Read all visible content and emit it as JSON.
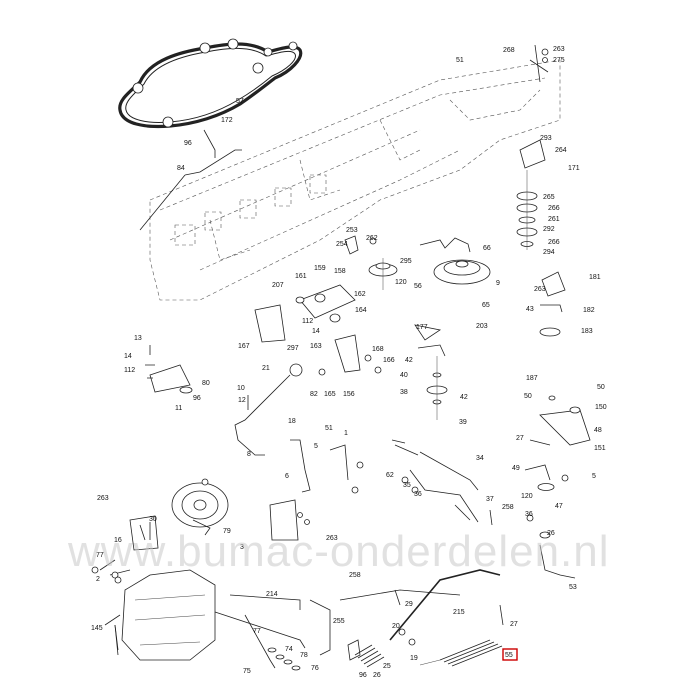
{
  "watermark": "www.bumac-onderdelen.nl",
  "highlight_color": "#cc0000",
  "callouts": {
    "c51a": "51",
    "c268": "268",
    "c263a": "263",
    "c275": "275",
    "c172": "172",
    "c96a": "96",
    "c84": "84",
    "c57": "57",
    "c293": "293",
    "c264": "264",
    "c171": "171",
    "c265": "265",
    "c266a": "266",
    "c261": "261",
    "c292": "292",
    "c266b": "266",
    "c294": "294",
    "c253": "253",
    "c254": "254",
    "c262": "262",
    "c66": "66",
    "c295": "295",
    "c56": "56",
    "c120a": "120",
    "c9": "9",
    "c65": "65",
    "c181": "181",
    "c263b": "263",
    "c161": "161",
    "c159": "159",
    "c158": "158",
    "c207": "207",
    "c162": "162",
    "c112a": "112",
    "c14a": "14",
    "c163": "163",
    "c297": "297",
    "c167": "167",
    "c164": "164",
    "c203": "203",
    "c177": "177",
    "c43": "43",
    "c182": "182",
    "c183": "183",
    "c13": "13",
    "c14b": "14",
    "c112b": "112",
    "c80": "80",
    "c96b": "96",
    "c11": "11",
    "c168": "168",
    "c166": "166",
    "c42a": "42",
    "c40": "40",
    "c187": "187",
    "c21": "21",
    "c82": "82",
    "c165": "165",
    "c156": "156",
    "c38": "38",
    "c42b": "42",
    "c10": "10",
    "c12": "12",
    "c39": "39",
    "c50a": "50",
    "c50b": "50",
    "c150": "150",
    "c8": "8",
    "c18": "18",
    "c51b": "51",
    "c1": "1",
    "c5a": "5",
    "c6": "6",
    "c62": "62",
    "c34": "34",
    "c27a": "27",
    "c48": "48",
    "c151": "151",
    "c35a": "35",
    "c36": "36",
    "c37": "37",
    "c49": "49",
    "c5b": "5",
    "c263c": "263",
    "c30": "30",
    "c16": "16",
    "c263d": "263",
    "c79": "79",
    "c258a": "258",
    "c120b": "120",
    "c47": "47",
    "c36b": "36",
    "c26a": "26",
    "c77a": "77",
    "c3": "3",
    "c53": "53",
    "c2": "2",
    "c258b": "258",
    "c29": "29",
    "c215": "215",
    "c214": "214",
    "c255": "255",
    "c27b": "27",
    "c145": "145",
    "c77b": "77",
    "c74": "74",
    "c78": "78",
    "c75": "75",
    "c76": "76",
    "c96c": "96",
    "c25": "25",
    "c26b": "26",
    "c19": "19",
    "c20": "20",
    "c55": "55"
  }
}
